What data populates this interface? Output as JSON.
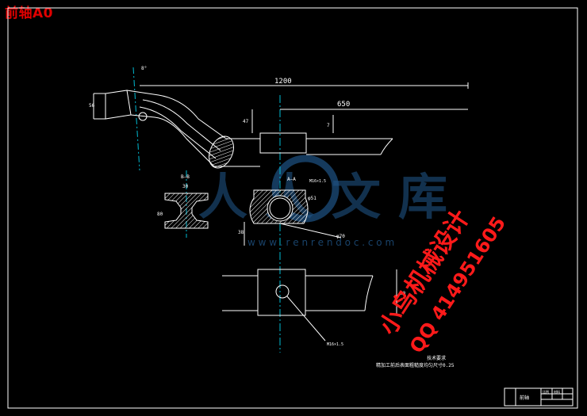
{
  "title": "前轴A0",
  "dimensions": {
    "total_length": "1200",
    "half_length": "650",
    "angle": "8°",
    "section_height": "80",
    "offset": "7",
    "kingpin_dia": "φ51",
    "bore_dia": "φ70",
    "web_height": "38",
    "bolt": "M16×1.5",
    "bolt_bottom": "M16×1.5",
    "section_width": "90",
    "depth": "47",
    "sec_width": "30",
    "left_height": "56"
  },
  "section_label": "B—B",
  "section_label_right": "A—A",
  "tech_requirements": {
    "heading": "技术要求",
    "line1": "精加工前后表面粗糙度均匀尺寸0.25"
  },
  "title_block": {
    "part_name": "前轴",
    "col1": "比例",
    "col2": "材料"
  },
  "watermark": {
    "site": "人人文库",
    "url": "w w w . r e n r e n d o c . c o m",
    "shop": "小鸟机械设计",
    "qq": "QQ 414951605"
  },
  "colors": {
    "line": "#ffffff",
    "centerline": "#00bcd4",
    "watermark_red": "#ff1a1a",
    "watermark_blue": "#2a6fb0",
    "dim": "#ffffff"
  }
}
